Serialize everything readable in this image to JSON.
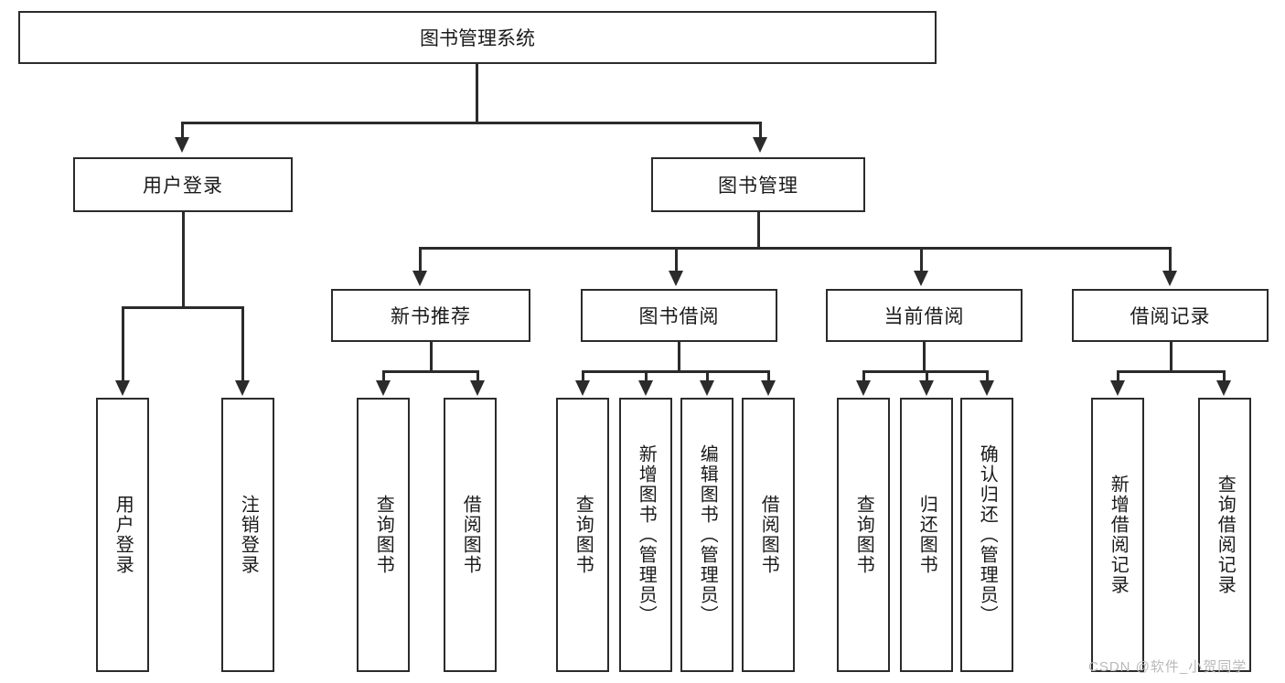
{
  "diagram": {
    "type": "tree",
    "title": "图书管理系统",
    "root": {
      "label": "图书管理系统"
    },
    "level2": [
      {
        "label": "用户登录"
      },
      {
        "label": "图书管理"
      }
    ],
    "level3": [
      {
        "label": "新书推荐"
      },
      {
        "label": "图书借阅"
      },
      {
        "label": "当前借阅"
      },
      {
        "label": "借阅记录"
      }
    ],
    "leaves": {
      "user_login": [
        {
          "label": "用户登录"
        },
        {
          "label": "注销登录"
        }
      ],
      "new_book_recommend": [
        {
          "label": "查询图书"
        },
        {
          "label": "借阅图书"
        }
      ],
      "book_borrow": [
        {
          "label": "查询图书"
        },
        {
          "label": "新增图书（管理员）"
        },
        {
          "label": "编辑图书（管理员）"
        },
        {
          "label": "借阅图书"
        }
      ],
      "current_borrow": [
        {
          "label": "查询图书"
        },
        {
          "label": "归还图书"
        },
        {
          "label": "确认归还（管理员）"
        }
      ],
      "borrow_record": [
        {
          "label": "新增借阅记录"
        },
        {
          "label": "查询借阅记录"
        }
      ]
    }
  },
  "watermark": {
    "text": "CSDN @软件_小贺同学"
  },
  "colors": {
    "stroke": "#2b2b2b",
    "background": "#ffffff",
    "watermark": "#b9b9b9"
  }
}
